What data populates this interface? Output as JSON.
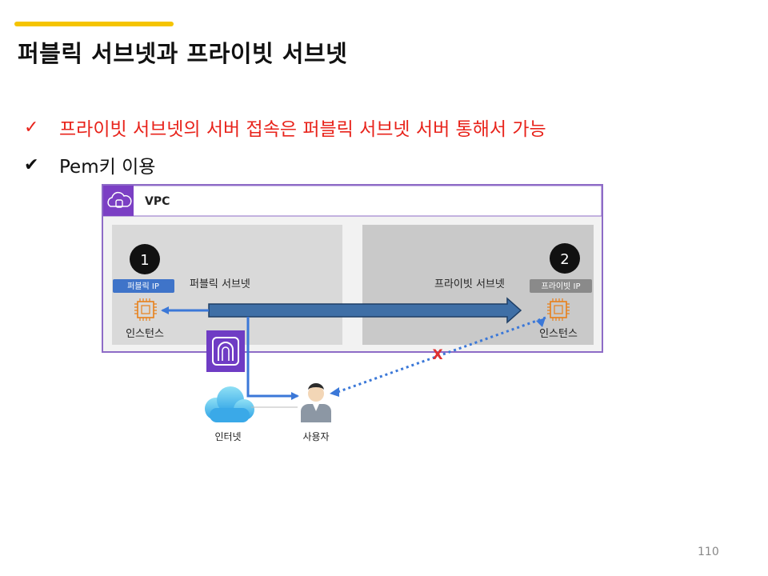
{
  "slide": {
    "title": "퍼블릭 서브넷과 프라이빗 서브넷",
    "bullets": [
      {
        "check": "✓",
        "text": "프라이빗 서브넷의 서버 접속은 퍼블릭 서브넷 서버 통해서 가능"
      },
      {
        "check": "✔",
        "text": "Pem키 이용"
      }
    ],
    "page_number": "110",
    "accent_color": "#f5c400",
    "highlight_text_color": "#e8231b"
  },
  "diagram": {
    "vpc_label": "VPC",
    "public_subnet": {
      "label": "퍼블릭 서브넷",
      "badge_number": "1",
      "ip_tag": "퍼블릭 IP",
      "instance_label": "인스턴스"
    },
    "private_subnet": {
      "label": "프라이빗 서브넷",
      "badge_number": "2",
      "ip_tag": "프라이빗 IP",
      "instance_label": "인스턴스"
    },
    "blocked_mark": "X",
    "internet_label": "인터넷",
    "user_label": "사용자",
    "colors": {
      "vpc_purple": "#7b3fc4",
      "subnet_gray": "#d9d9d9",
      "private_gray": "#c9c9c9",
      "arrow_blue": "#3b78d8",
      "big_arrow": "#3f6fa6",
      "instance_orange": "#e8801a",
      "blocked_red": "#e03030"
    }
  }
}
